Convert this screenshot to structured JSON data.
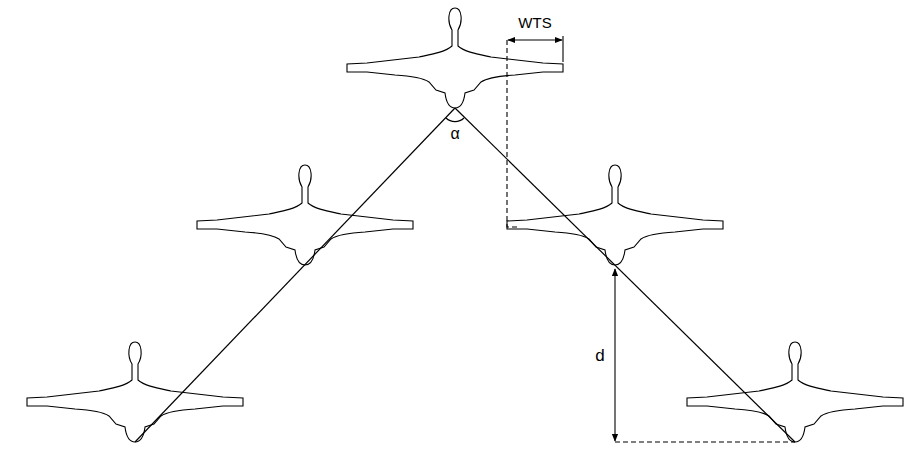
{
  "diagram": {
    "labels": [
      "WTS",
      "α",
      "d"
    ]
  }
}
